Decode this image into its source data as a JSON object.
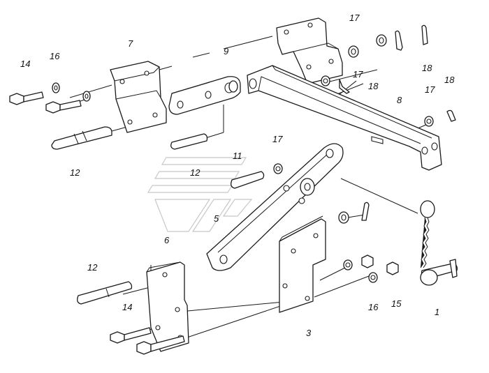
{
  "callouts": {
    "c1": "1",
    "c3": "3",
    "c5": "5",
    "c6": "6",
    "c7": "7",
    "c8": "8",
    "c9": "9",
    "c11": "11",
    "c12a": "12",
    "c12b": "12",
    "c12c": "12",
    "c14a": "14",
    "c14b": "14",
    "c15": "15",
    "c16a": "16",
    "c16b": "16",
    "c17a": "17",
    "c17b": "17",
    "c17c": "17",
    "c17d": "17",
    "c18a": "18",
    "c18b": "18",
    "c18c": "18"
  }
}
